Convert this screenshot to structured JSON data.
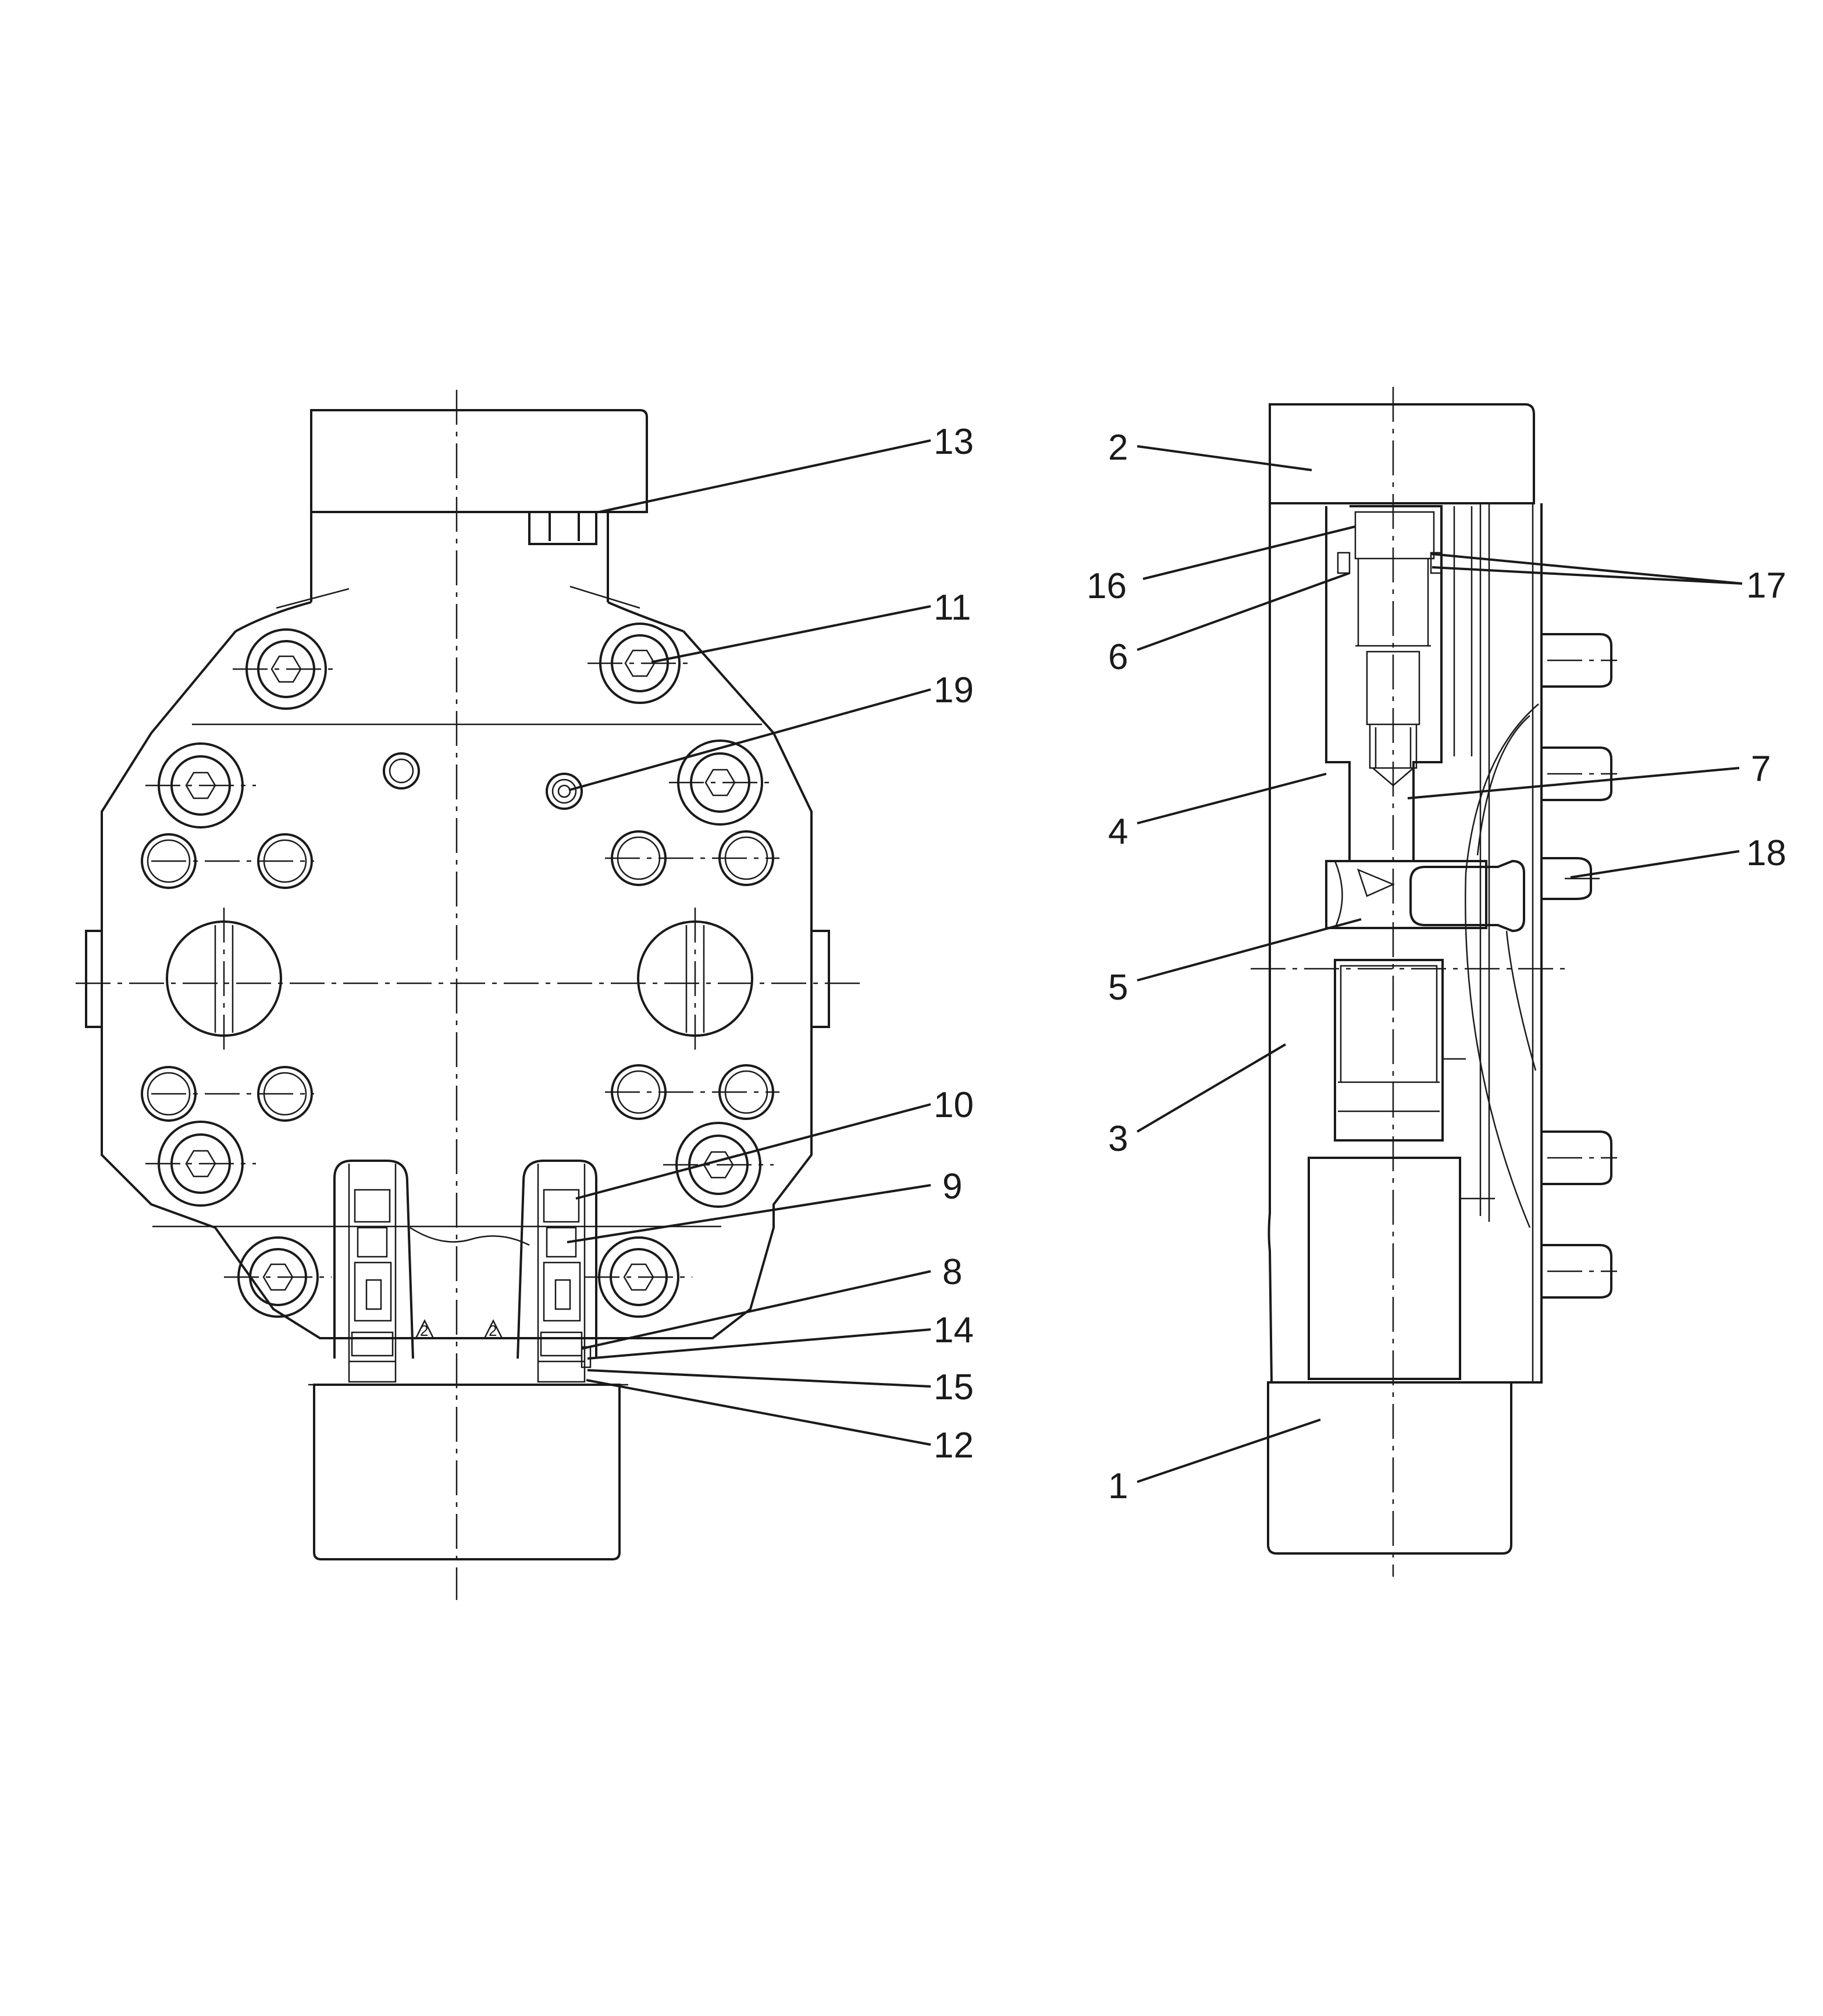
{
  "diagram": {
    "callouts": [
      {
        "text": "13"
      },
      {
        "text": "11"
      },
      {
        "text": "19"
      },
      {
        "text": "10"
      },
      {
        "text": "9"
      },
      {
        "text": "8"
      },
      {
        "text": "14"
      },
      {
        "text": "15"
      },
      {
        "text": "12"
      },
      {
        "text": "2"
      },
      {
        "text": "16"
      },
      {
        "text": "17"
      },
      {
        "text": "6"
      },
      {
        "text": "7"
      },
      {
        "text": "4"
      },
      {
        "text": "18"
      },
      {
        "text": "5"
      },
      {
        "text": "3"
      },
      {
        "text": "1"
      }
    ],
    "marks": [
      {
        "text": "2"
      },
      {
        "text": "2"
      }
    ]
  }
}
